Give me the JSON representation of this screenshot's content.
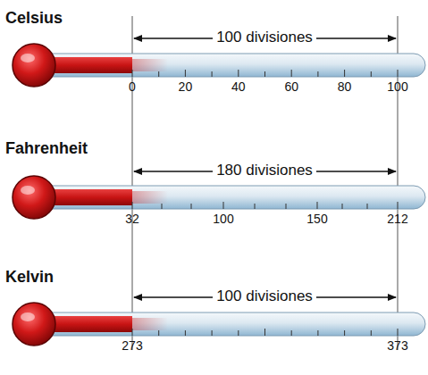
{
  "diagram": {
    "labels": [
      "Celsius",
      "100 divisiones",
      "0",
      "20",
      "40",
      "60",
      "80",
      "100",
      "Fahrenheit",
      "180 divisiones",
      "32",
      "100",
      "150",
      "212",
      "Kelvin",
      "100 divisiones",
      "273",
      "373"
    ]
  }
}
